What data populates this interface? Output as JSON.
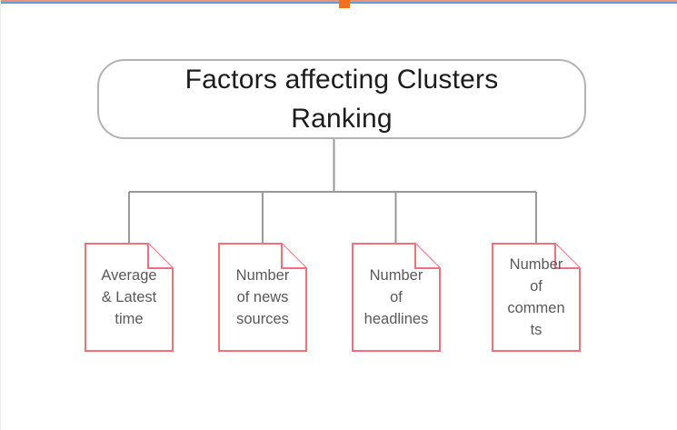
{
  "colors": {
    "accent_orange": "#f4701f",
    "top_line_salmon": "#e9957a",
    "top_line_blue": "#5e9cd3",
    "doc_border": "#f3707b",
    "root_border": "#b3b3b3",
    "connector_gray": "#999999",
    "doc_text": "#595959",
    "root_text": "#1c1c1c"
  },
  "diagram": {
    "root": {
      "label_lines": [
        "Factors affecting Clusters",
        "Ranking"
      ]
    },
    "children": [
      {
        "id": "average-latest-time",
        "label_lines": [
          "Average",
          "& Latest",
          "time"
        ]
      },
      {
        "id": "number-of-news-sources",
        "label_lines": [
          "Number",
          "of news",
          "sources"
        ]
      },
      {
        "id": "number-of-headlines",
        "label_lines": [
          "Number",
          "of",
          "headlines"
        ]
      },
      {
        "id": "number-of-comments",
        "label_lines": [
          "Number",
          "of",
          "commen",
          "ts"
        ]
      }
    ]
  }
}
